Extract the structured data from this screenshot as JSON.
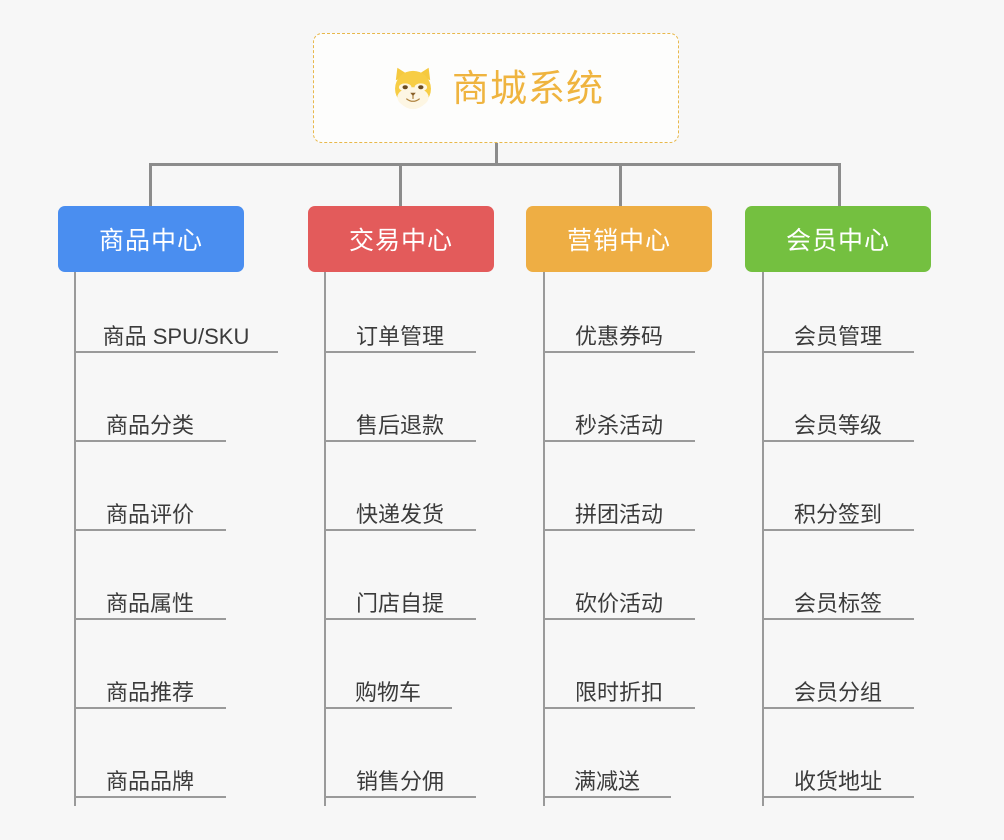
{
  "root": {
    "title": "商城系统",
    "icon": "shiba-dog-icon",
    "border_color": "#e8b84b",
    "text_color": "#efb43f",
    "background": "#fdfdfc"
  },
  "canvas": {
    "background": "#f7f7f7",
    "connector_color": "#8c8c8c",
    "leaf_line_color": "#9a9a9a"
  },
  "categories": [
    {
      "title": "商品中心",
      "color": "#4a8ef0",
      "items": [
        "商品 SPU/SKU",
        "商品分类",
        "商品评价",
        "商品属性",
        "商品推荐",
        "商品品牌"
      ]
    },
    {
      "title": "交易中心",
      "color": "#e35b5b",
      "items": [
        "订单管理",
        "售后退款",
        "快递发货",
        "门店自提",
        "购物车",
        "销售分佣"
      ]
    },
    {
      "title": "营销中心",
      "color": "#eeae44",
      "items": [
        "优惠券码",
        "秒杀活动",
        "拼团活动",
        "砍价活动",
        "限时折扣",
        "满减送"
      ]
    },
    {
      "title": "会员中心",
      "color": "#74c040",
      "items": [
        "会员管理",
        "会员等级",
        "积分签到",
        "会员标签",
        "会员分组",
        "收货地址"
      ]
    }
  ]
}
